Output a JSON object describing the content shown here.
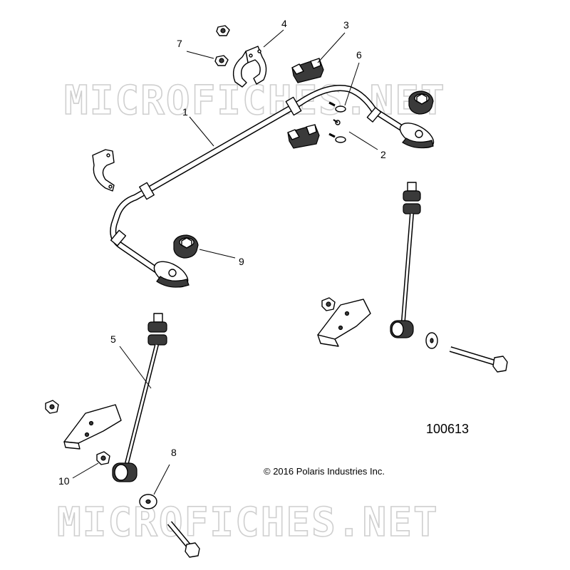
{
  "watermarks": [
    "MICROFICHES.NET",
    "MICROFICHES.NET"
  ],
  "figure_number": "100613",
  "copyright": "© 2016 Polaris Industries Inc.",
  "callouts": [
    "1",
    "2",
    "3",
    "4",
    "5",
    "6",
    "7",
    "8",
    "9",
    "10"
  ],
  "parts": [
    "stabilizer-bar",
    "bushing-clamp",
    "bushing",
    "link-rod-left",
    "link-rod-right",
    "mount-bracket",
    "washer",
    "bolt",
    "nut",
    "pivot-bushing",
    "screw"
  ]
}
